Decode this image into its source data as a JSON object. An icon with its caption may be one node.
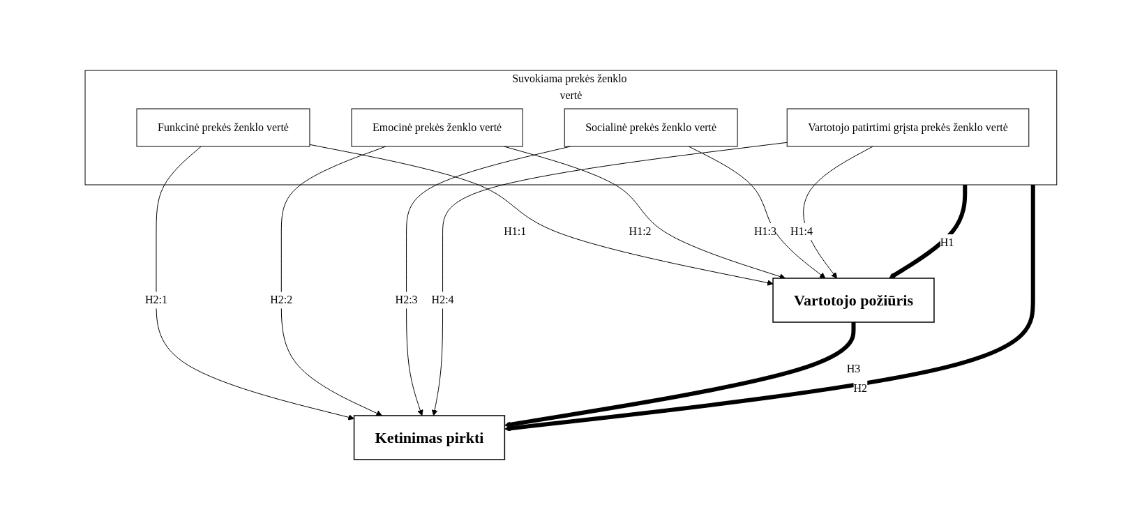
{
  "diagram": {
    "nodes": [
      {
        "text": [
          "Suvokiama prekės ženklo vertė"
        ]
      },
      {
        "text": [
          "Funkcinė prekės ženklo vertė"
        ],
        "in": 0
      },
      {
        "text": [
          "Emocinė prekės ženklo vertė"
        ],
        "in": 0
      },
      {
        "text": [
          "Socialinė prekės ženklo vertė"
        ],
        "in": 0
      },
      {
        "text": [
          "Vartotojo patirtimi grįsta prekės ženklo vertė"
        ],
        "in": 0
      },
      {
        "text": [
          "Vartotojo požiūris"
        ]
      },
      {
        "text": [
          "Ketinimas pirkti"
        ]
      }
    ],
    "edges": [
      {
        "from": 1,
        "to": 5,
        "arrow": "to",
        "label": "H1:1"
      },
      {
        "from": 1,
        "to": 6,
        "arrow": "to",
        "label": "H2:1"
      },
      {
        "from": 2,
        "to": 5,
        "arrow": "to",
        "label": "H1:2"
      },
      {
        "from": 2,
        "to": 6,
        "arrow": "to",
        "label": "H2:2"
      },
      {
        "from": 0,
        "to": 5,
        "arrow": "to",
        "label": "H1",
        "style": "thick"
      },
      {
        "from": 0,
        "to": 6,
        "arrow": "to",
        "label": "H2",
        "style": "thick"
      },
      {
        "from": 3,
        "to": 5,
        "arrow": "to",
        "label": "H1:3"
      },
      {
        "from": 3,
        "to": 6,
        "arrow": "to",
        "label": "H2:3"
      },
      {
        "from": 4,
        "to": 5,
        "arrow": "to",
        "label": "H1:4"
      },
      {
        "from": 4,
        "to": 6,
        "arrow": "to",
        "label": "H2:4"
      },
      {
        "from": 5,
        "to": 6,
        "arrow": "to",
        "label": "H3",
        "style": "thick"
      }
    ]
  }
}
